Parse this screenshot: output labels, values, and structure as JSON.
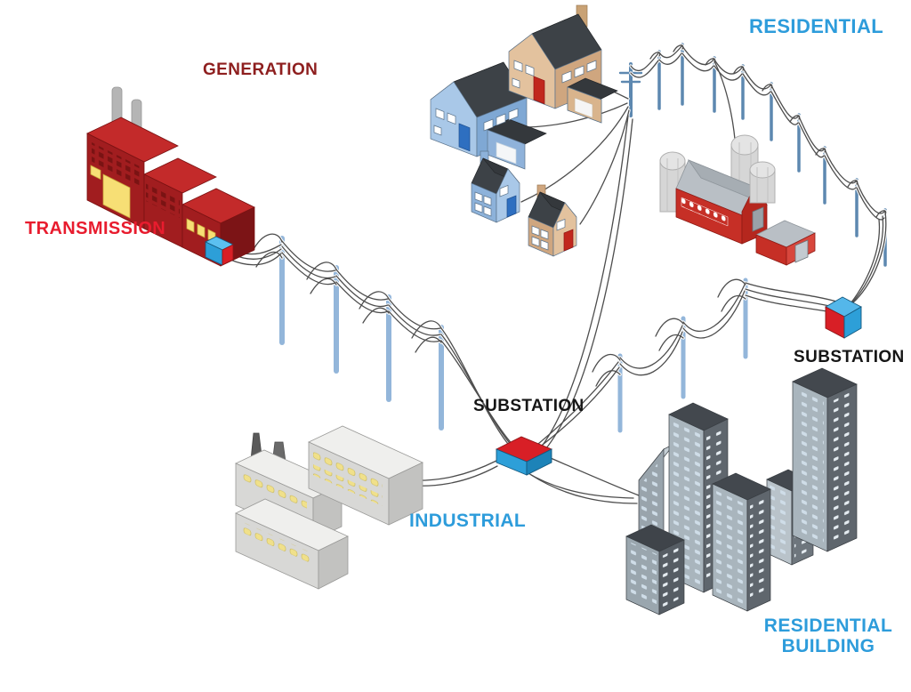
{
  "title": "Electric power grid diagram",
  "labels": {
    "generation": "GENERATION",
    "transmission": "TRANSMISSION",
    "residential": "RESIDENTIAL",
    "substation_mid": "SUBSTATION",
    "substation_right": "SUBSTATION",
    "industrial": "INDUSTRIAL",
    "residential_building_1": "RESIDENTIAL",
    "residential_building_2": "BUILDING"
  },
  "colors": {
    "accent-blue": "#2d9cdb",
    "label-red": "#e81c2e",
    "label-maroon": "#8e1f1f",
    "label-black": "#161616",
    "box-red": "#d81f26",
    "box-blue": "#2d9fd8",
    "pole-light": "#93b6da",
    "pole-dark": "#5d88b0",
    "wire-gray": "#4d4d4d",
    "factory-red": "#a11d1f",
    "barn-red": "#c62f26",
    "city-gray": "#a9b5bd"
  },
  "diagram": {
    "stages": [
      {
        "id": "generation",
        "label": "GENERATION",
        "type": "power-plant"
      },
      {
        "id": "transmission",
        "label": "TRANSMISSION",
        "type": "high-voltage-lines"
      },
      {
        "id": "substation-mid",
        "label": "SUBSTATION",
        "type": "substation-transformer"
      },
      {
        "id": "substation-right",
        "label": "SUBSTATION",
        "type": "substation-transformer"
      },
      {
        "id": "residential",
        "label": "RESIDENTIAL",
        "type": "houses-and-farm"
      },
      {
        "id": "industrial",
        "label": "INDUSTRIAL",
        "type": "factory-buildings"
      },
      {
        "id": "residential-building",
        "label": "RESIDENTIAL BUILDING",
        "type": "apartment-towers"
      }
    ],
    "connections": [
      {
        "from": "generation",
        "to": "transmission",
        "via": "step-up-transformer"
      },
      {
        "from": "transmission",
        "to": "substation-mid",
        "via": "transmission-poles"
      },
      {
        "from": "substation-mid",
        "to": "industrial",
        "via": "feeder-line"
      },
      {
        "from": "substation-mid",
        "to": "residential-building",
        "via": "feeder-line"
      },
      {
        "from": "substation-mid",
        "to": "substation-right",
        "via": "distribution-poles"
      },
      {
        "from": "substation-right",
        "to": "residential",
        "via": "distribution-pole-arc"
      },
      {
        "from": "distribution-pole-arc",
        "to": "houses",
        "via": "service-drops"
      },
      {
        "from": "distribution-pole-arc",
        "to": "farm",
        "via": "service-drop"
      }
    ],
    "counts": {
      "houses": 4,
      "silos": 3,
      "industrial_buildings": 3,
      "city_towers": 6,
      "transmission_poles": 4,
      "midline_poles": 3,
      "arc_poles": 10
    }
  }
}
